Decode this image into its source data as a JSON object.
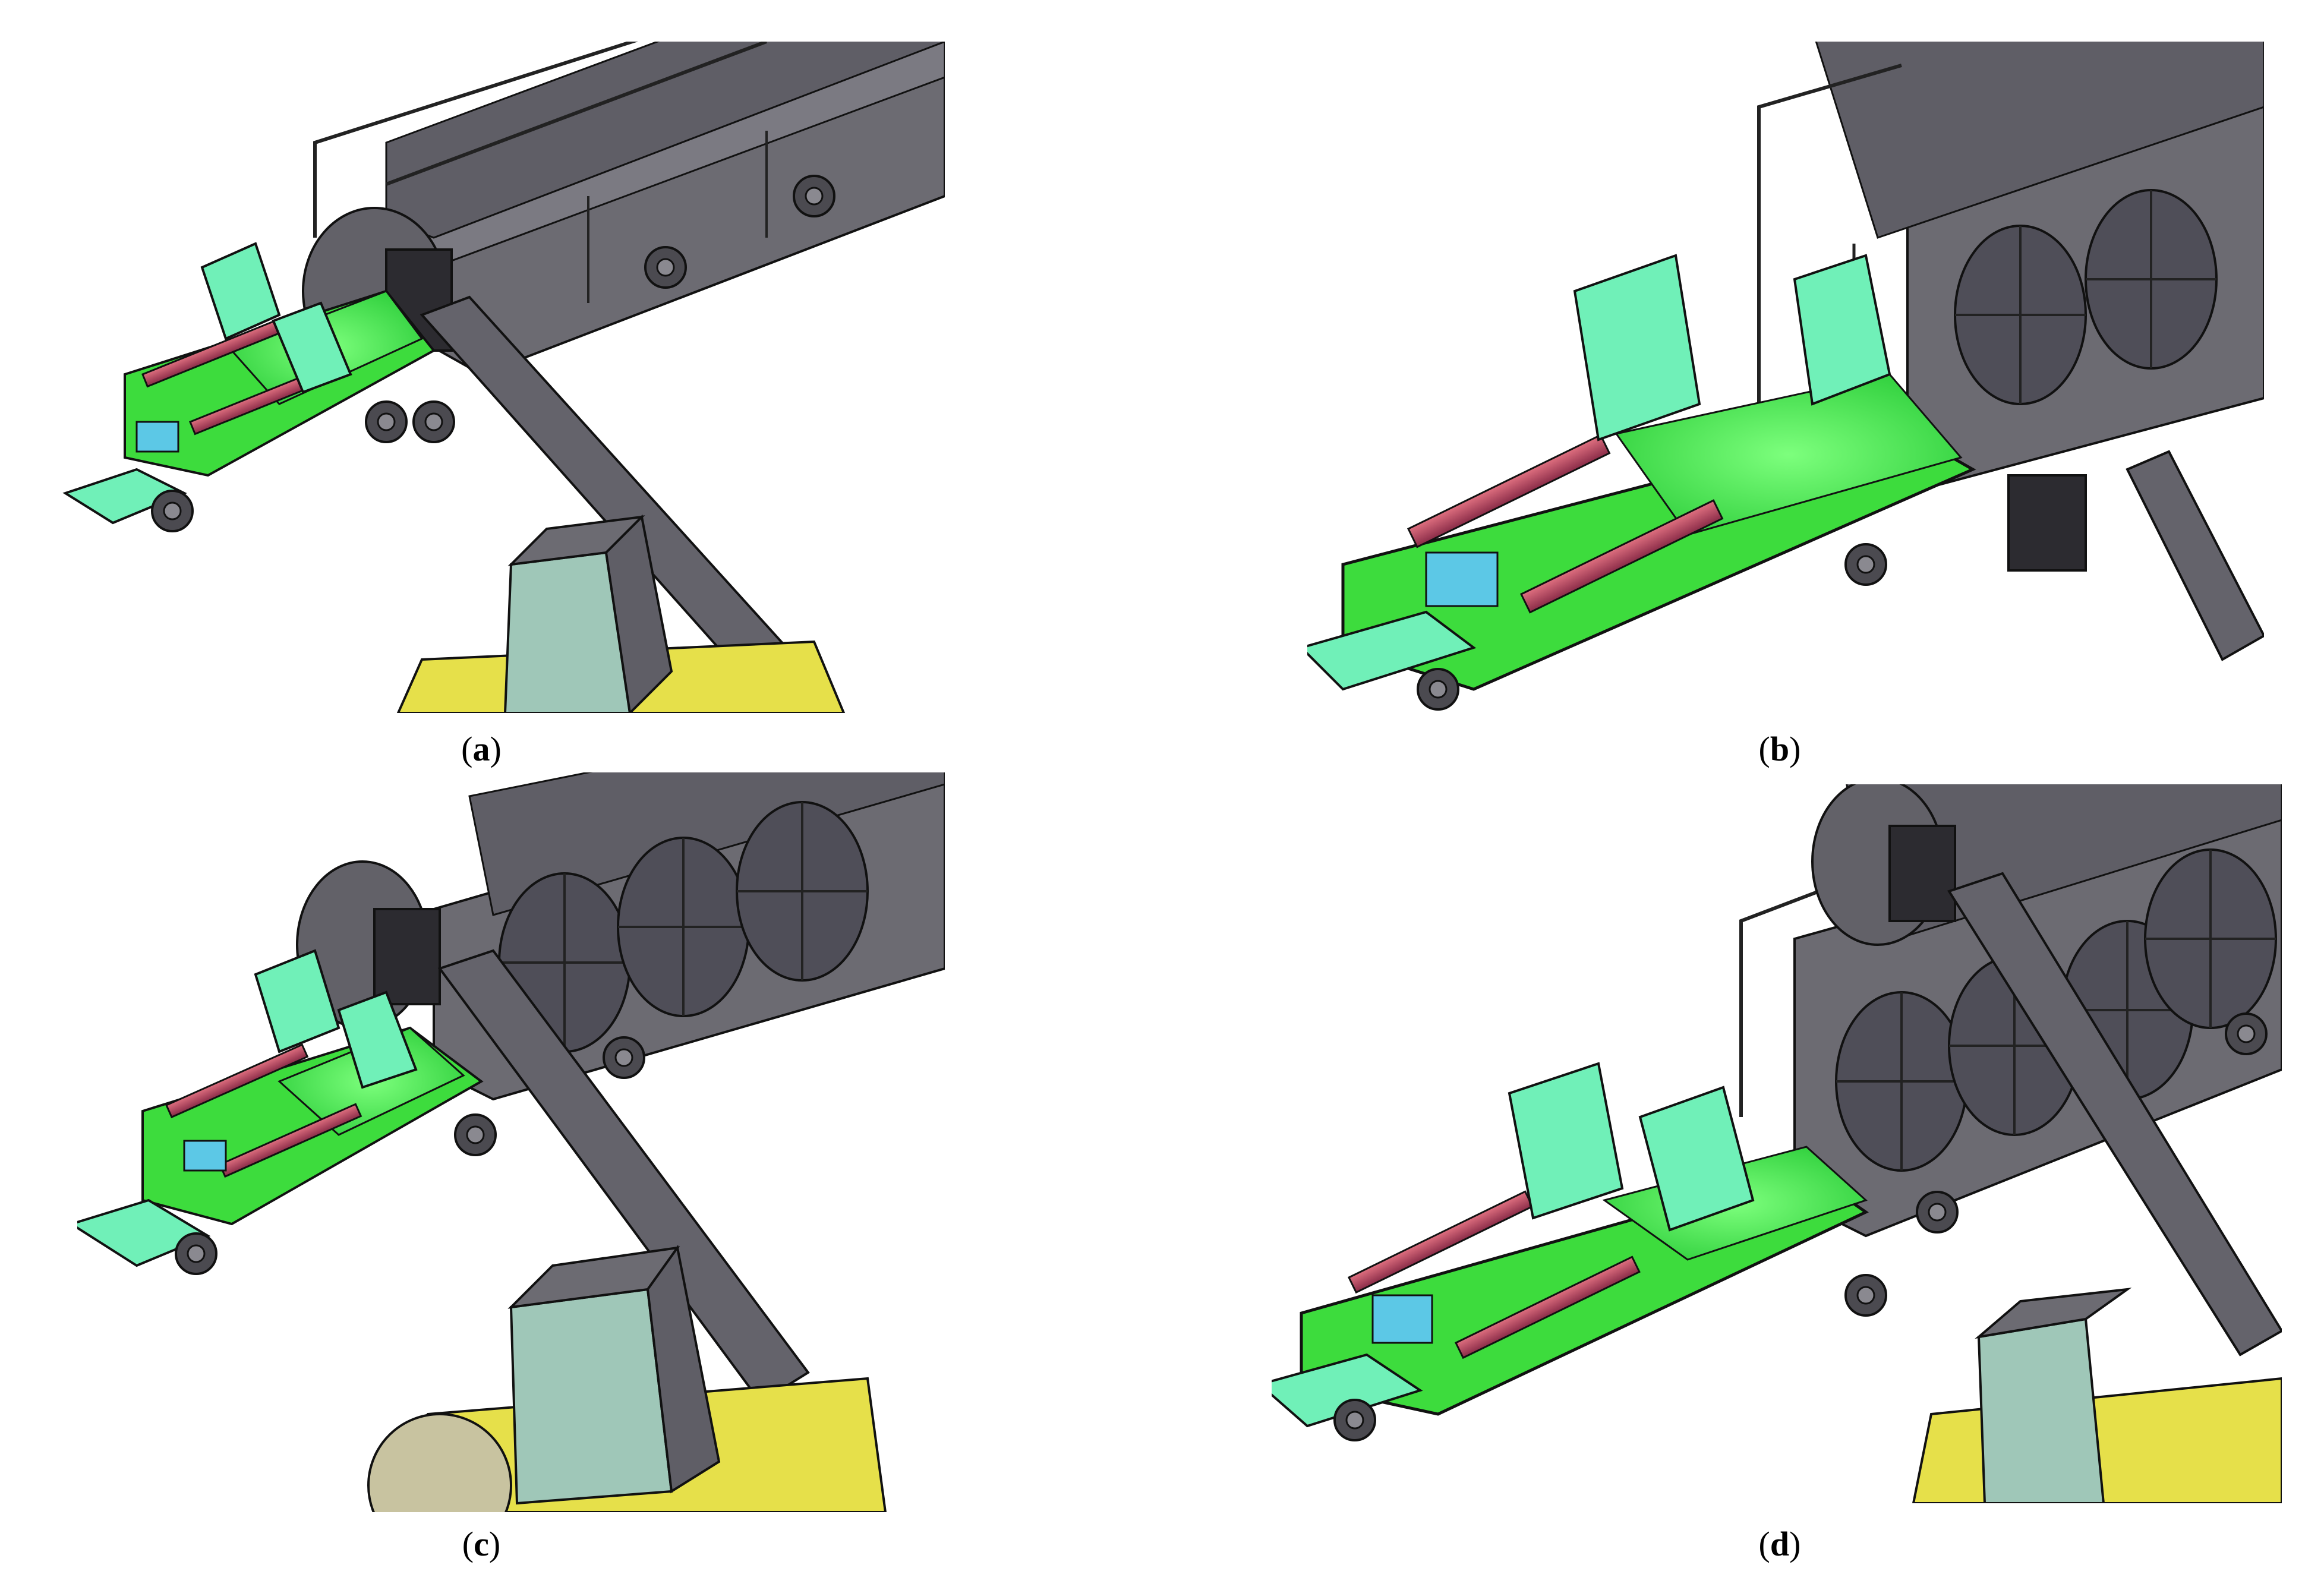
{
  "figure": {
    "panels": [
      {
        "id": "a",
        "label": "a"
      },
      {
        "id": "b",
        "label": "b"
      },
      {
        "id": "c",
        "label": "c"
      },
      {
        "id": "d",
        "label": "d"
      }
    ]
  },
  "colors": {
    "frame_green": "#3ddc3d",
    "bed_green": "#55f055",
    "flap_mint": "#70f0b8",
    "roller_red": "#c85060",
    "gearbox_blue": "#5cc8e6",
    "trailer_gray": "#6c6b72",
    "bale_gray": "#5f5e66",
    "loader_yellow": "#e6e04a",
    "cab_glass": "#9fc7b8",
    "outline": "#1a1a1a"
  }
}
